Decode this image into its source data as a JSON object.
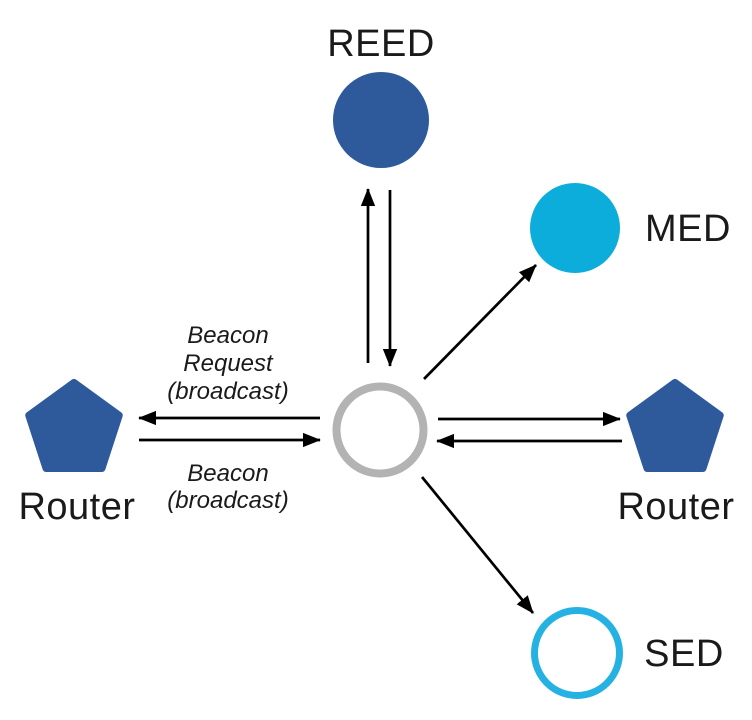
{
  "diagram": {
    "description": "Thread network joining topology: a joiner node broadcasts a Beacon Request and exchanges messages with routers and end devices",
    "colors": {
      "background": "#ffffff",
      "router_blue": "#2e5a9c",
      "med_cyan": "#0caddb",
      "sed_ring_cyan": "#25b2e2",
      "joiner_ring_gray": "#b3b3b3",
      "arrow_black": "#000000",
      "text_black": "#1a1a1a"
    },
    "nodes": {
      "reed": {
        "label": "REED",
        "shape": "circle",
        "fill": "#2e5a9c"
      },
      "med": {
        "label": "MED",
        "shape": "circle",
        "fill": "#0caddb"
      },
      "router_left": {
        "label": "Router",
        "shape": "pentagon",
        "fill": "#2e5a9c"
      },
      "router_right": {
        "label": "Router",
        "shape": "pentagon",
        "fill": "#2e5a9c"
      },
      "sed": {
        "label": "SED",
        "shape": "circle-outline",
        "stroke": "#25b2e2"
      },
      "joiner": {
        "label": "",
        "shape": "circle-outline",
        "stroke": "#b3b3b3"
      }
    },
    "edges": [
      {
        "from": "joiner",
        "to": "reed",
        "direction": "both"
      },
      {
        "from": "joiner",
        "to": "med",
        "direction": "out"
      },
      {
        "from": "joiner",
        "to": "router_right",
        "direction": "both"
      },
      {
        "from": "joiner",
        "to": "router_left",
        "direction": "both"
      },
      {
        "from": "joiner",
        "to": "sed",
        "direction": "out"
      }
    ],
    "edge_labels": {
      "beacon_request": {
        "lines": [
          "Beacon",
          "Request",
          "(broadcast)"
        ]
      },
      "beacon": {
        "lines": [
          "Beacon",
          "(broadcast)"
        ]
      }
    }
  }
}
